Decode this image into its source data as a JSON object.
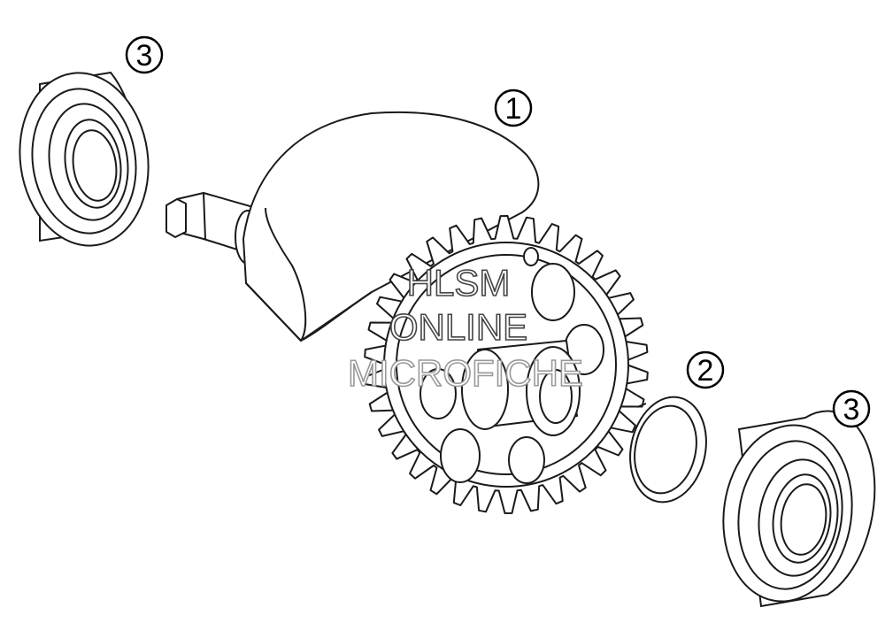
{
  "diagram": {
    "type": "exploded-parts-view",
    "colors": {
      "line": "#1a1a1a",
      "background": "#ffffff",
      "watermark_outline": "#555555"
    },
    "callouts": [
      {
        "id": "part-1",
        "label": "1",
        "part": "crankshaft-with-gear"
      },
      {
        "id": "part-2",
        "label": "2",
        "part": "thrust-washer"
      },
      {
        "id": "part-3a",
        "label": "3",
        "part": "ball-bearing-left"
      },
      {
        "id": "part-3b",
        "label": "3",
        "part": "ball-bearing-right"
      }
    ]
  },
  "watermark": {
    "line1": "HLSM",
    "line2": "ONLINE",
    "line3": "MICROFICHE"
  }
}
